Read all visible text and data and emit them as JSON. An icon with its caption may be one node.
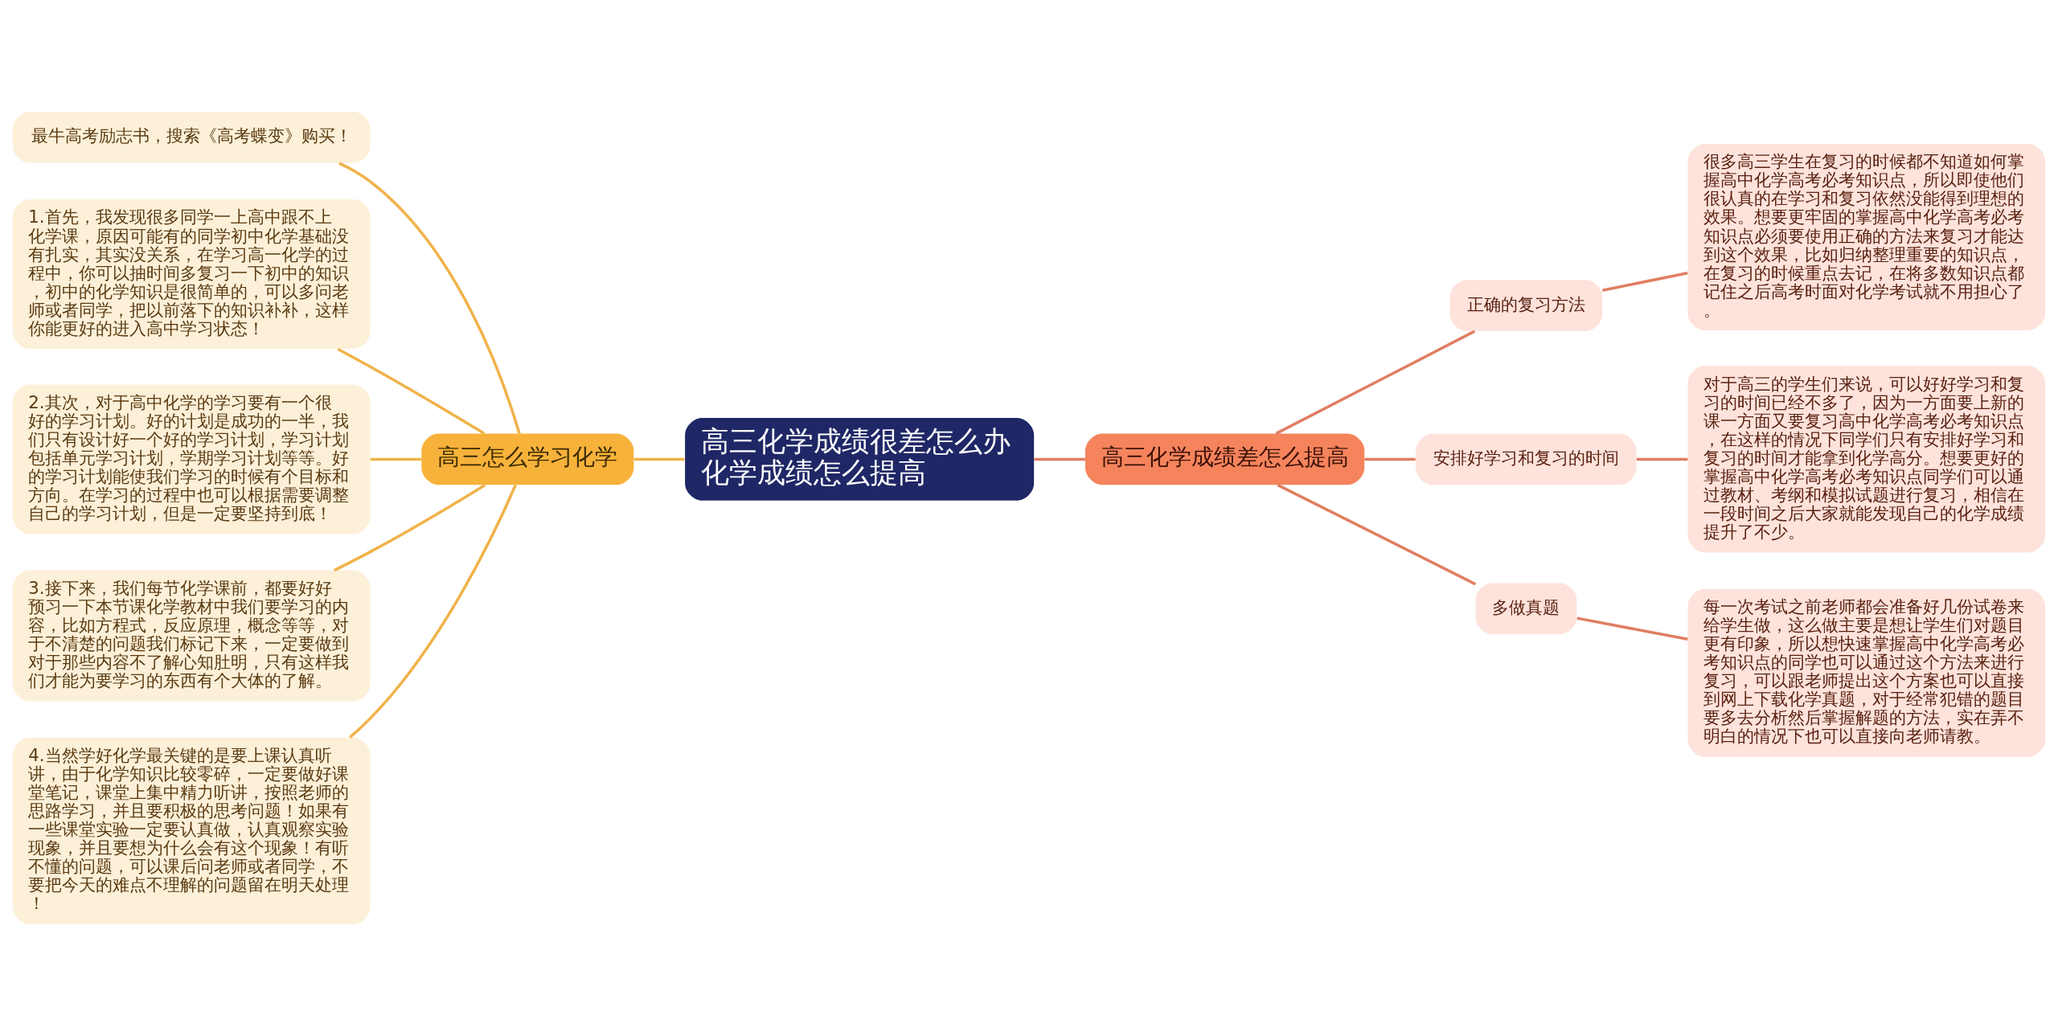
{
  "diagram": {
    "nodes": [
      {
        "text": [
          "高三化学成绩很差怎么办化学成绩怎么提高"
        ]
      },
      {
        "text": [
          "高三怎么学习化学"
        ]
      },
      {
        "text": [
          "最牛高考励志书，搜索《高考蝶变》购买！"
        ]
      },
      {
        "text": [
          "1.首先，我发现很多同学一上高中跟不上化学课，原因可能有的同学初中化学基础没有扎实，其实没关系，在学习高一化学的过程中，你可以抽时间多复习一下初中的知识，初中的化学知识是很简单的，可以多问老师或者同学，把以前落下的知识补补，这样你能更好的进入高中学习状态！"
        ]
      },
      {
        "text": [
          "2.其次，对于高中化学的学习要有一个很好的学习计划。好的计划是成功的一半，我们只有设计好一个好的学习计划，学习计划包括单元学习计划，学期学习计划等等。好的学习计划能使我们学习的时候有个目标和方向。在学习的过程中也可以根据需要调整自己的学习计划，但是一定要坚持到底！"
        ]
      },
      {
        "text": [
          "3.接下来，我们每节化学课前，都要好好预习一下本节课化学教材中我们要学习的内容，比如方程式，反应原理，概念等等，对于不清楚的问题我们标记下来，一定要做到对于那些内容不了解心知肚明，只有这样我们才能为要学习的东西有个大体的了解。"
        ]
      },
      {
        "text": [
          "4.当然学好化学最关键的是要上课认真听讲，由于化学知识比较零碎，一定要做好课堂笔记，课堂上集中精力听讲，按照老师的思路学习，并且要积极的思考问题！如果有一些课堂实验一定要认真做，认真观察实验现象，并且要想为什么会有这个现象！有听不懂的问题，可以课后问老师或者同学，不要把今天的难点不理解的问题留在明天处理！"
        ]
      },
      {
        "text": [
          "高三化学成绩差怎么提高"
        ]
      },
      {
        "text": [
          "正确的复习方法"
        ]
      },
      {
        "text": [
          "很多高三学生在复习的时候都不知道如何掌握高中化学高考必考知识点，所以即使他们很认真的在学习和复习依然没能得到理想的效果。想要更牢固的掌握高中化学高考必考知识点必须要使用正确的方法来复习才能达到这个效果，比如归纳整理重要的知识点，在复习的时候重点去记，在将多数知识点都记住之后高考时面对化学考试就不用担心了。"
        ]
      },
      {
        "text": [
          "安排好学习和复习的时间"
        ]
      },
      {
        "text": [
          "对于高三的学生们来说，可以好好学习和复习的时间已经不多了，因为一方面要上新的课一方面又要复习高中化学高考必考知识点，在这样的情况下同学们只有安排好学习和复习的时间才能拿到化学高分。想要更好的掌握高中化学高考必考知识点同学们可以通过教材、考纲和模拟试题进行复习，相信在一段时间之后大家就能发现自己的化学成绩提升了不少。"
        ]
      },
      {
        "text": [
          "多做真题"
        ]
      },
      {
        "text": [
          "每一次考试之前老师都会准备好几份试卷来给学生做，这么做主要是想让学生们对题目更有印象，所以想快速掌握高中化学高考必考知识点的同学也可以通过这个方法来进行复习，可以跟老师提出这个方案也可以直接到网上下载化学真题，对于经常犯错的题目要多去分析然后掌握解题的方法，实在弄不明白的情况下也可以直接向老师请教。"
        ]
      }
    ],
    "edges": [
      {
        "from": 0,
        "to": 1,
        "arrow": "none",
        "color": "#f0b24a"
      },
      {
        "from": 1,
        "to": 2,
        "arrow": "none",
        "color": "#f0b24a"
      },
      {
        "from": 1,
        "to": 3,
        "arrow": "none",
        "color": "#f0b24a"
      },
      {
        "from": 1,
        "to": 4,
        "arrow": "none",
        "color": "#f0b24a"
      },
      {
        "from": 1,
        "to": 5,
        "arrow": "none",
        "color": "#f0b24a"
      },
      {
        "from": 1,
        "to": 6,
        "arrow": "none",
        "color": "#f0b24a"
      },
      {
        "from": 0,
        "to": 7,
        "arrow": "none"
      },
      {
        "from": 7,
        "to": 8,
        "arrow": "none"
      },
      {
        "from": 8,
        "to": 9,
        "arrow": "none"
      },
      {
        "from": 7,
        "to": 10,
        "arrow": "none"
      },
      {
        "from": 10,
        "to": 11,
        "arrow": "none"
      },
      {
        "from": 7,
        "to": 12,
        "arrow": "none"
      },
      {
        "from": 12,
        "to": 13,
        "arrow": "none"
      }
    ]
  }
}
